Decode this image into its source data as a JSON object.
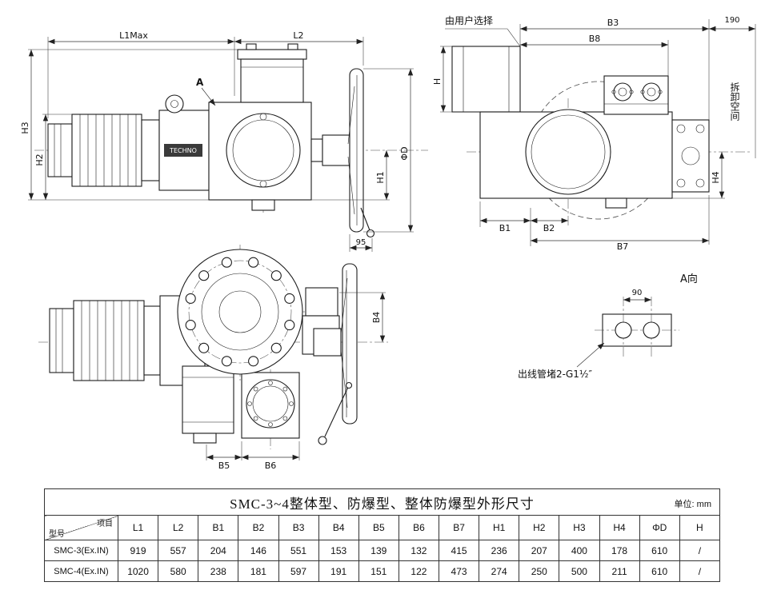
{
  "views": {
    "side": {
      "l1max": "L1Max",
      "l2": "L2",
      "section_a": "A",
      "h3": "H3",
      "h2": "H2",
      "h1": "H1",
      "phi_d": "ΦD",
      "n95": "95",
      "brand": "TECHNO"
    },
    "plan": {
      "user_choice": "由用户选择",
      "b3": "B3",
      "n190": "190",
      "b8": "B8",
      "h": "H",
      "removal_space": "拆卸空间",
      "h4": "H4",
      "b1": "B1",
      "b2": "B2",
      "b7": "B7"
    },
    "front": {
      "b4": "B4",
      "b5": "B5",
      "b6": "B6"
    },
    "view_a": {
      "label": "A向",
      "n90": "90",
      "plug_note": "出线管堵2-G1½″"
    }
  },
  "table": {
    "title": "SMC-3~4整体型、防爆型、整体防爆型外形尺寸",
    "unit_label": "单位: mm",
    "corner": {
      "top": "项目",
      "bottom": "型号"
    },
    "columns": [
      "L1",
      "L2",
      "B1",
      "B2",
      "B3",
      "B4",
      "B5",
      "B6",
      "B7",
      "H1",
      "H2",
      "H3",
      "H4",
      "ΦD",
      "H"
    ],
    "rows": [
      {
        "model": "SMC-3(Ex.IN)",
        "values": [
          "919",
          "557",
          "204",
          "146",
          "551",
          "153",
          "139",
          "132",
          "415",
          "236",
          "207",
          "400",
          "178",
          "610",
          "/"
        ]
      },
      {
        "model": "SMC-4(Ex.IN)",
        "values": [
          "1020",
          "580",
          "238",
          "181",
          "597",
          "191",
          "151",
          "122",
          "473",
          "274",
          "250",
          "500",
          "211",
          "610",
          "/"
        ]
      }
    ]
  }
}
